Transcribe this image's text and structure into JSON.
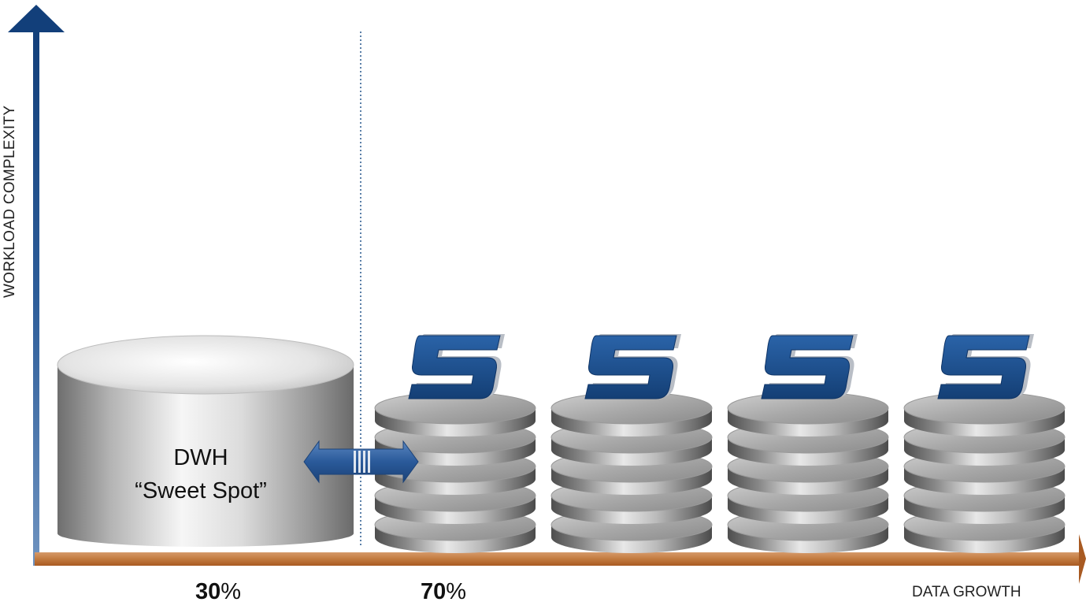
{
  "axes": {
    "y_label": "WORKLOAD COMPLEXITY",
    "x_label": "DATA GROWTH",
    "y_color": "#1f4e8c",
    "x_color": "#c0713a"
  },
  "dwh": {
    "line1": "DWH",
    "line2": "“Sweet Spot”"
  },
  "shares": [
    {
      "value": "30",
      "unit": "%"
    },
    {
      "value": "70",
      "unit": "%"
    }
  ],
  "stacks": [
    {
      "icon": "s-logo-icon",
      "disks": 5
    },
    {
      "icon": "s-logo-icon",
      "disks": 5
    },
    {
      "icon": "s-logo-icon",
      "disks": 5
    },
    {
      "icon": "s-logo-icon",
      "disks": 5
    }
  ],
  "colors": {
    "logo": "#1b4f8f",
    "arrow": "#2f5f9e",
    "divider": "#5a7fa8"
  }
}
